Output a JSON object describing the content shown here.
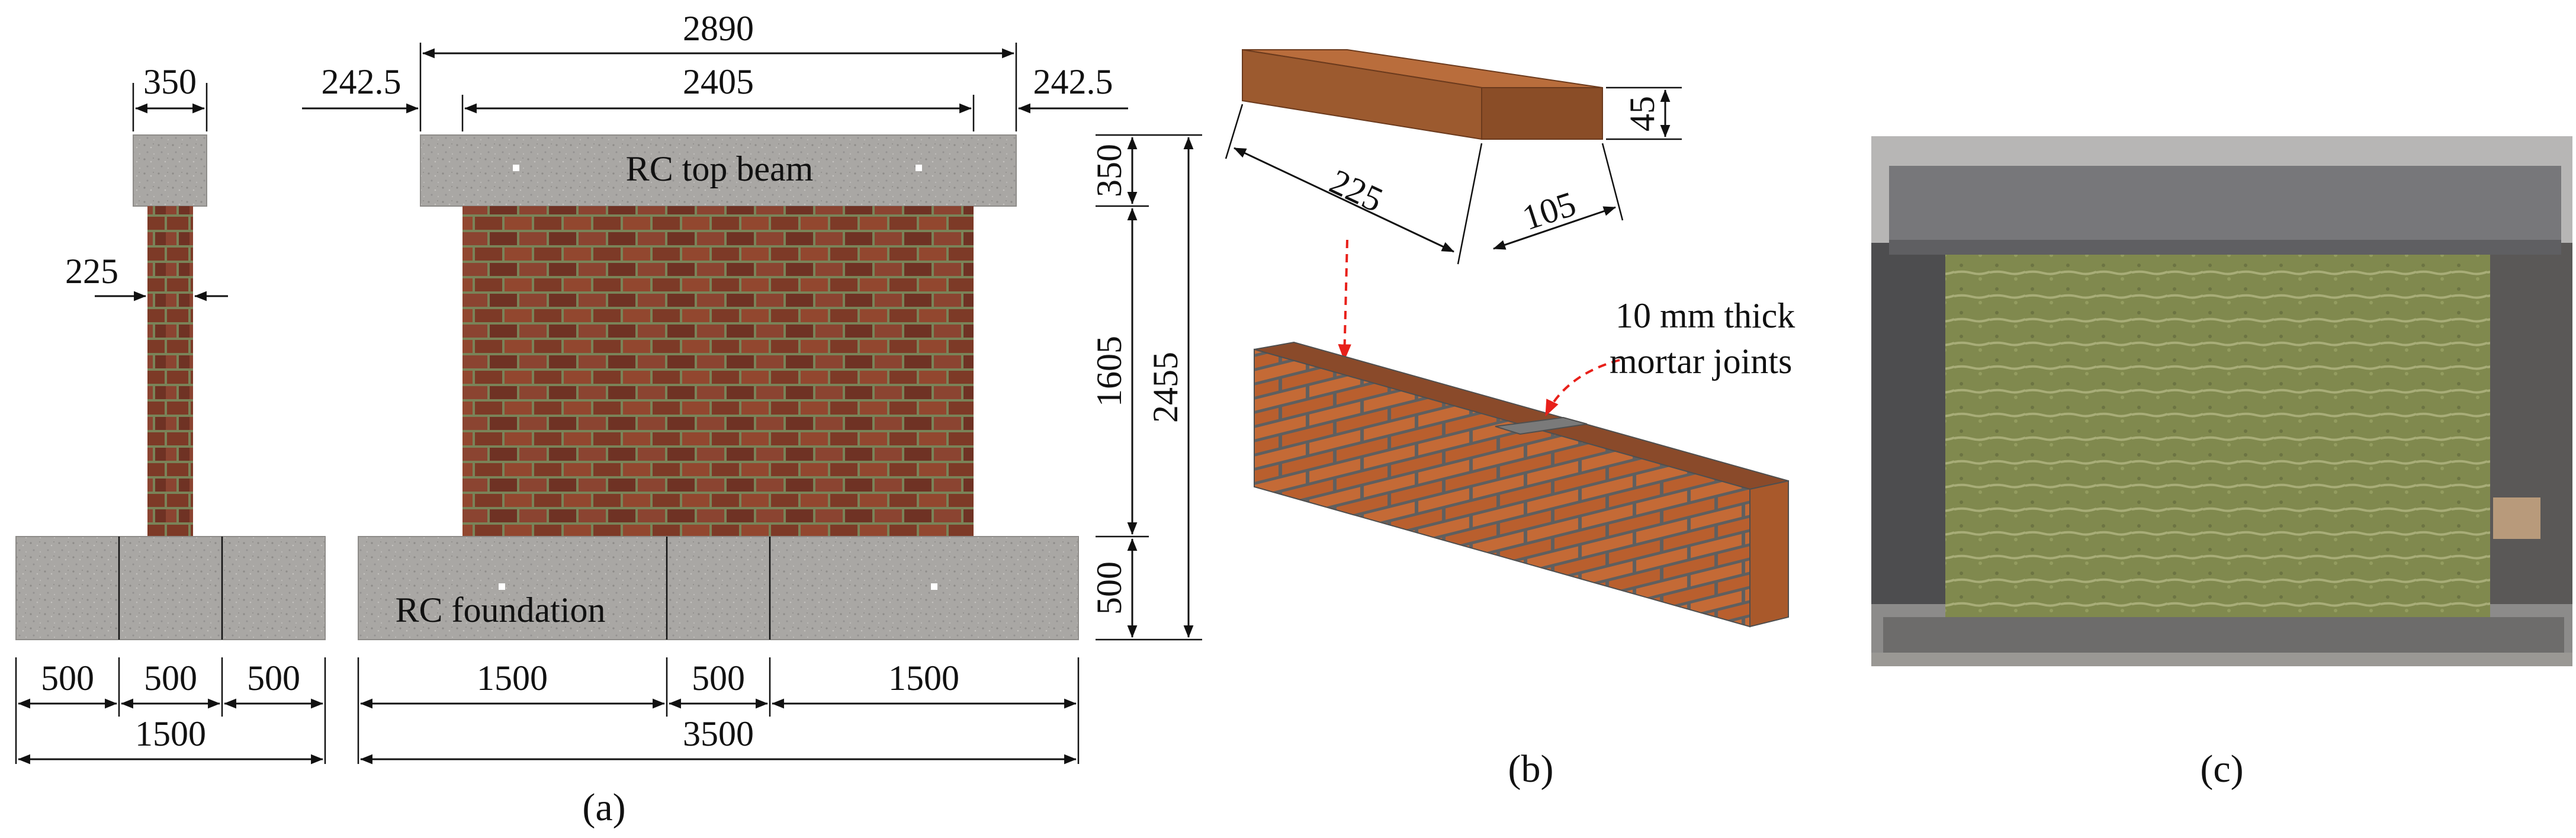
{
  "panels": {
    "a": {
      "label": "(a)",
      "side_view": {
        "top_width": "350",
        "wall_thickness": "225",
        "base_segments": [
          "500",
          "500",
          "500"
        ],
        "base_total": "1500"
      },
      "front_view": {
        "overall_top": "2890",
        "left_offset": "242.5",
        "wall_length": "2405",
        "right_offset": "242.5",
        "beam_label": "RC top beam",
        "foundation_label": "RC foundation",
        "base_segments": [
          "1500",
          "500",
          "1500"
        ],
        "base_total": "3500",
        "beam_height": "350",
        "wall_height": "1605",
        "foundation_height": "500",
        "total_height": "2455"
      }
    },
    "b": {
      "label": "(b)",
      "brick_length": "225",
      "brick_width": "105",
      "brick_height": "45",
      "mortar_note_line1": "10 mm thick",
      "mortar_note_line2": "mortar joints"
    },
    "c": {
      "label": "(c)"
    }
  },
  "colors": {
    "concrete": "#a9a7a4",
    "brick": "#8a3b2a",
    "mortar": "#6e7a55",
    "brick_orange": "#c9703a",
    "mortar_grey": "#6f6f6f",
    "annotation_arrow": "#e8201a",
    "photo_wall": "#7f8a4c"
  }
}
